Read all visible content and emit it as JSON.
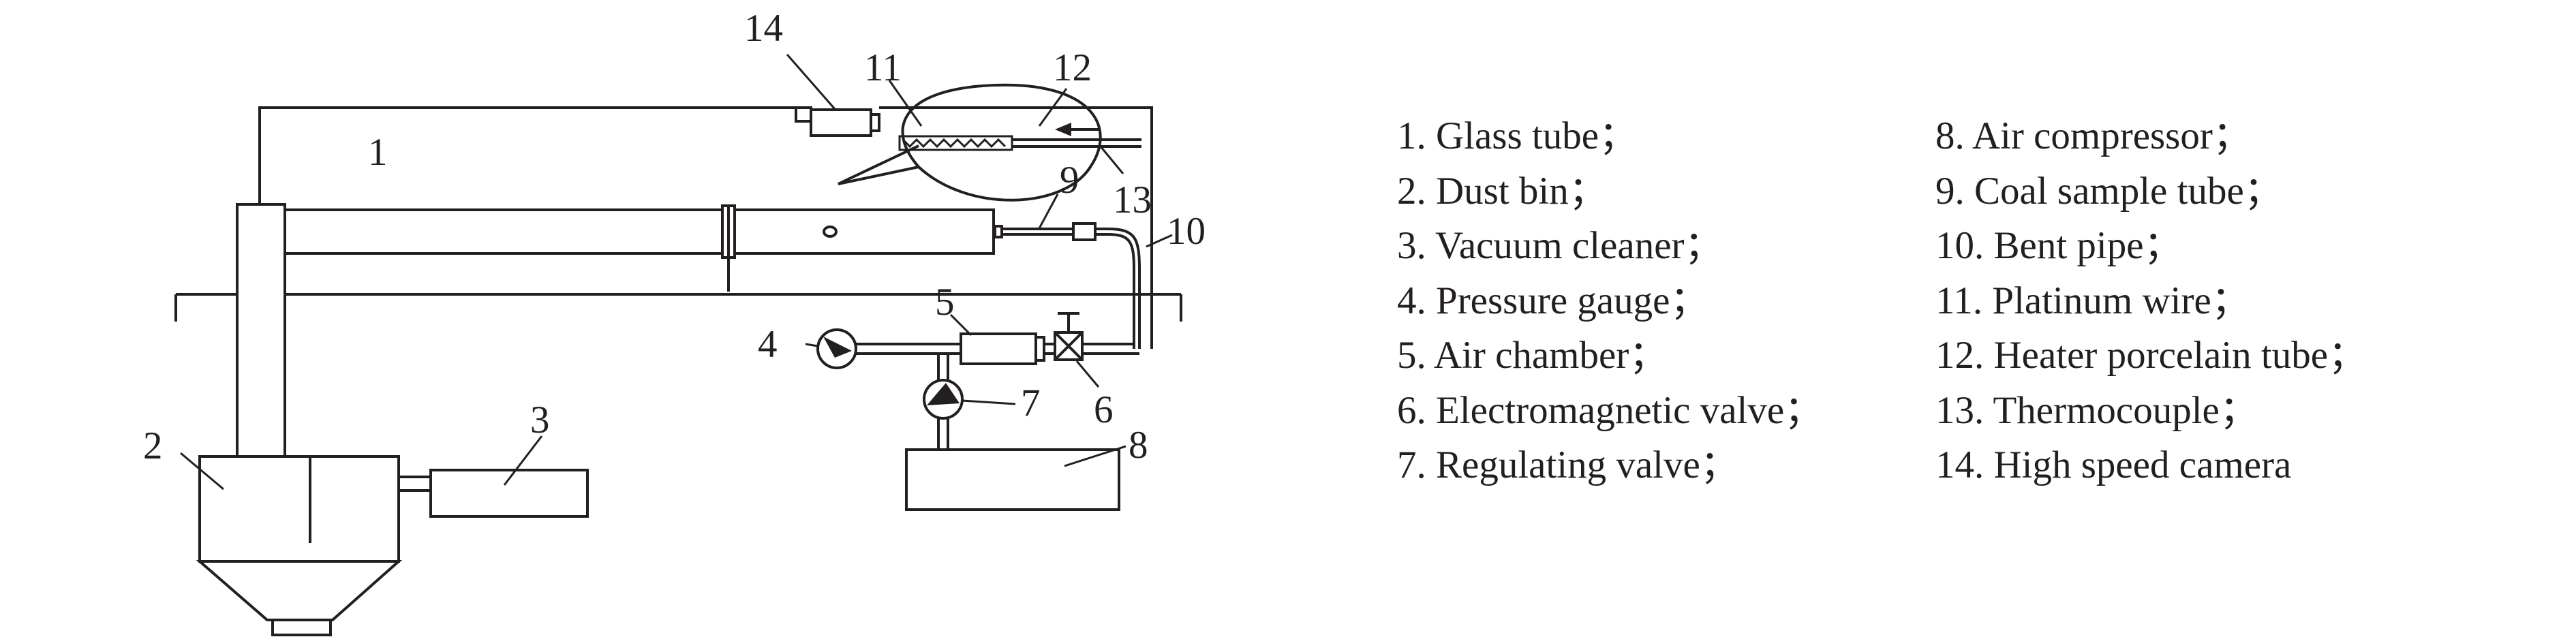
{
  "callouts": [
    "1",
    "2",
    "3",
    "4",
    "5",
    "6",
    "7",
    "8",
    "9",
    "10",
    "11",
    "12",
    "13",
    "14"
  ],
  "legend": {
    "col1": [
      "1. Glass tube；",
      "2. Dust bin；",
      "3. Vacuum cleaner；",
      "4. Pressure gauge；",
      "5. Air chamber；",
      "6. Electromagnetic valve；",
      "7. Regulating valve；"
    ],
    "col2": [
      "8. Air compressor；",
      "9. Coal sample tube；",
      "10. Bent pipe；",
      "11. Platinum wire；",
      "12. Heater porcelain tube；",
      "13. Thermocouple；",
      "14. High speed camera"
    ]
  }
}
